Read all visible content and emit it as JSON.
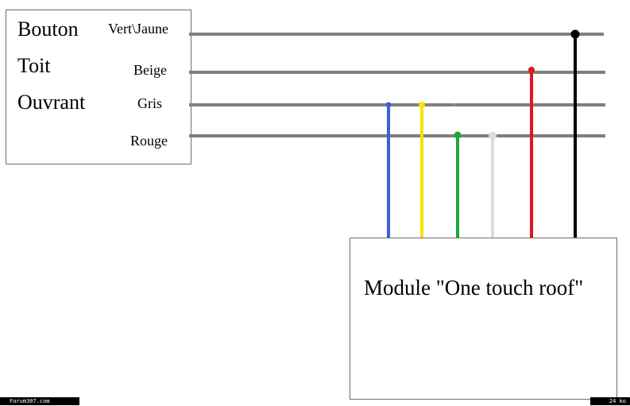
{
  "button_box": {
    "title_lines": [
      "Bouton",
      "Toit",
      "Ouvrant"
    ]
  },
  "wire_labels": [
    "Vert\\Jaune",
    "Beige",
    "Gris",
    "Rouge"
  ],
  "module": {
    "label": "Module \"One touch roof\""
  },
  "wires": [
    {
      "name": "bus-vert-jaune",
      "color": "#7f7f7f"
    },
    {
      "name": "bus-beige",
      "color": "#7f7f7f"
    },
    {
      "name": "bus-gris",
      "color": "#7f7f7f"
    },
    {
      "name": "bus-rouge",
      "color": "#7f7f7f"
    }
  ],
  "drops": [
    {
      "name": "blue-wire",
      "color": "#3b5fd6",
      "connects_to": "Gris"
    },
    {
      "name": "yellow-wire",
      "color": "#f5e400",
      "connects_to": "Gris"
    },
    {
      "name": "green-wire",
      "color": "#1fa53a",
      "connects_to": "Rouge"
    },
    {
      "name": "white-wire",
      "color": "#dcdcdc",
      "connects_to": "Rouge"
    },
    {
      "name": "red-wire",
      "color": "#e3141c",
      "connects_to": "Beige"
    },
    {
      "name": "black-wire",
      "color": "#000000",
      "connects_to": "Vert\\Jaune"
    }
  ],
  "footer": {
    "left": "Forum307.com",
    "right": "24 ko"
  }
}
